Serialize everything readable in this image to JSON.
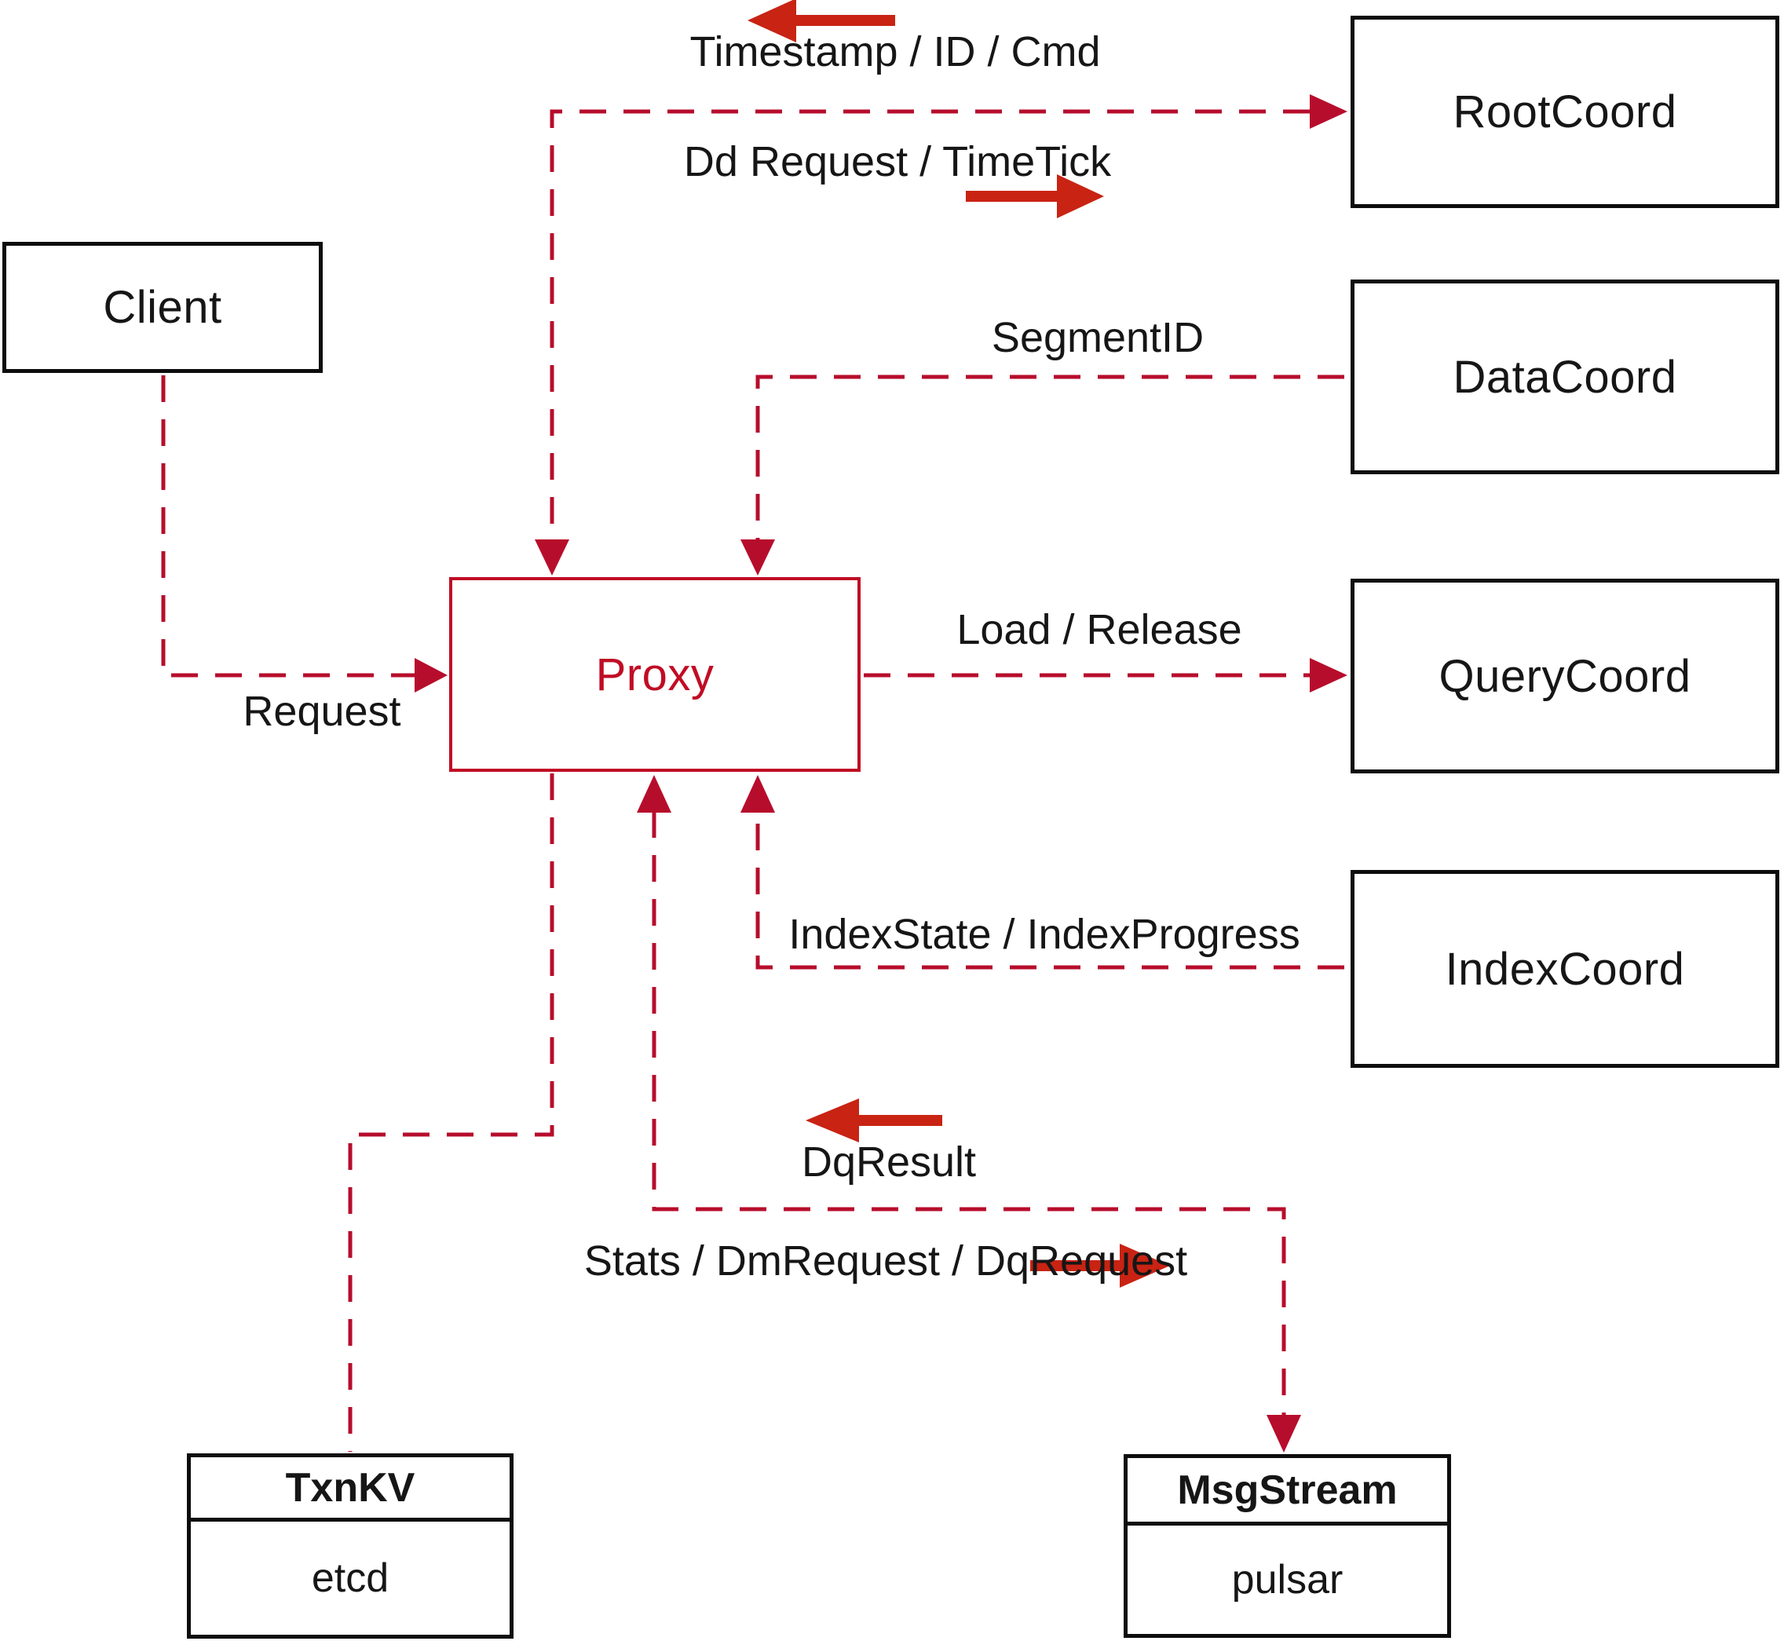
{
  "page": {
    "background": "#ffffff"
  },
  "colors": {
    "dashed_line": "#b70d2c",
    "solid_arrow": "#c82313",
    "proxy_accent": "#c00d25",
    "box_border": "#0d0d0d",
    "text": "#161616"
  },
  "nodes": {
    "client": {
      "label": "Client"
    },
    "proxy": {
      "label": "Proxy"
    },
    "root_coord": {
      "label": "RootCoord"
    },
    "data_coord": {
      "label": "DataCoord"
    },
    "query_coord": {
      "label": "QueryCoord"
    },
    "index_coord": {
      "label": "IndexCoord"
    },
    "txn_kv": {
      "title": "TxnKV",
      "subtitle": "etcd"
    },
    "msg_stream": {
      "title": "MsgStream",
      "subtitle": "pulsar"
    }
  },
  "edges": {
    "client_proxy": {
      "label": "Request"
    },
    "proxy_rootcoord": {
      "response_label": "Timestamp / ID / Cmd",
      "request_label": "Dd Request / TimeTick"
    },
    "datacoord_proxy": {
      "label": "SegmentID"
    },
    "proxy_querycoord": {
      "label": "Load / Release"
    },
    "indexcoord_proxy": {
      "label": "IndexState / IndexProgress"
    },
    "proxy_msgstream": {
      "response_label": "DqResult",
      "request_label": "Stats / DmRequest / DqRequest"
    }
  }
}
